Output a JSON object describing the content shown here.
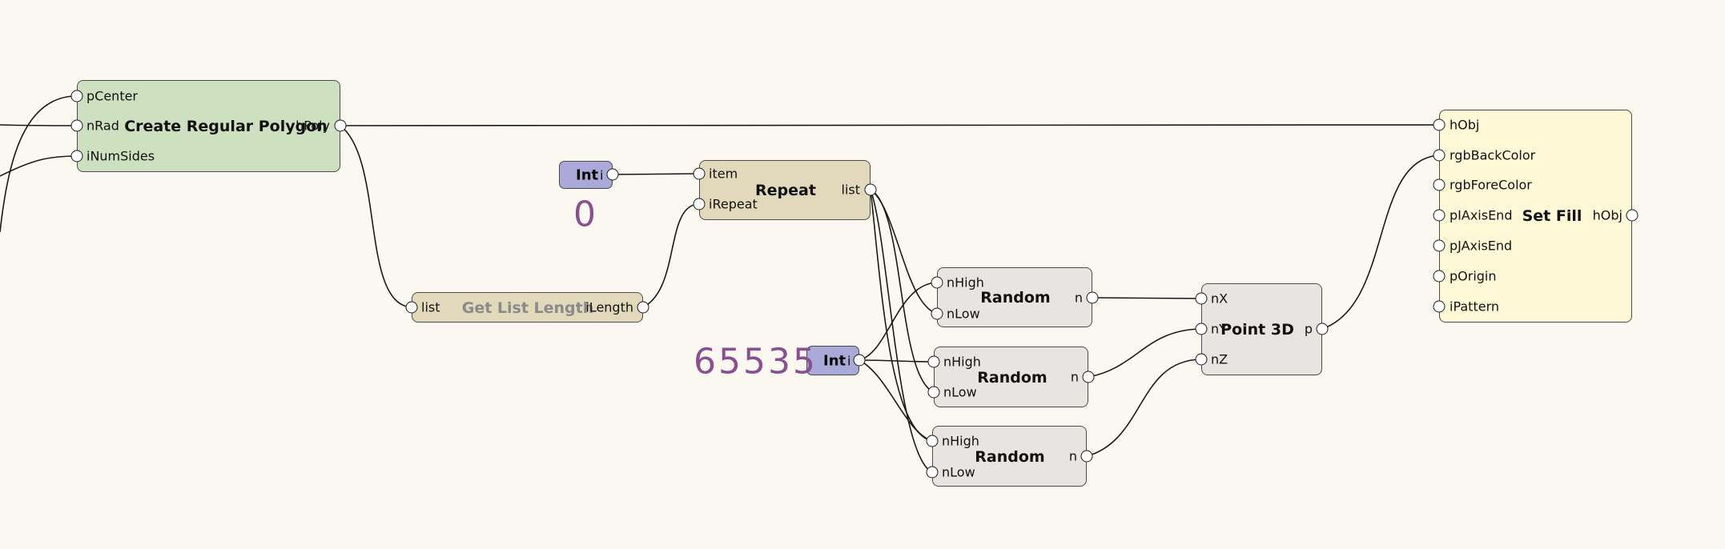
{
  "colors": {
    "background": "#faf8f0",
    "polygon_node": "#cde0c0",
    "repeat_node": "#e2d8bb",
    "random_node": "#e8e4e1",
    "point_node": "#e8e4e1",
    "setfill_node": "#fff8d6",
    "int_node": "#aaaad8",
    "value_text": "#8a4f91",
    "disabled_title": "#8a8a8a"
  },
  "nodes": {
    "polygon": {
      "title": "Create Regular Polygon",
      "inputs": [
        "pCenter",
        "nRad",
        "iNumSides"
      ],
      "output": "hPoly"
    },
    "getlen": {
      "title": "Get List Length",
      "input": "list",
      "output": "iLength"
    },
    "int0": {
      "title": "Int",
      "output": "i",
      "value": "0"
    },
    "repeat": {
      "title": "Repeat",
      "inputs": [
        "item",
        "iRepeat"
      ],
      "output": "list"
    },
    "int65535": {
      "title": "Int",
      "output": "i",
      "value": "65535"
    },
    "random": [
      {
        "title": "Random",
        "inputs": [
          "nHigh",
          "nLow"
        ],
        "output": "n"
      },
      {
        "title": "Random",
        "inputs": [
          "nHigh",
          "nLow"
        ],
        "output": "n"
      },
      {
        "title": "Random",
        "inputs": [
          "nHigh",
          "nLow"
        ],
        "output": "n"
      }
    ],
    "point3d": {
      "title": "Point 3D",
      "inputs": [
        "nX",
        "nY",
        "nZ"
      ],
      "output": "p"
    },
    "setfill": {
      "title": "Set Fill",
      "inputs": [
        "hObj",
        "rgbBackColor",
        "rgbForeColor",
        "pIAxisEnd",
        "pJAxisEnd",
        "pOrigin",
        "iPattern"
      ],
      "output": "hObj"
    }
  }
}
